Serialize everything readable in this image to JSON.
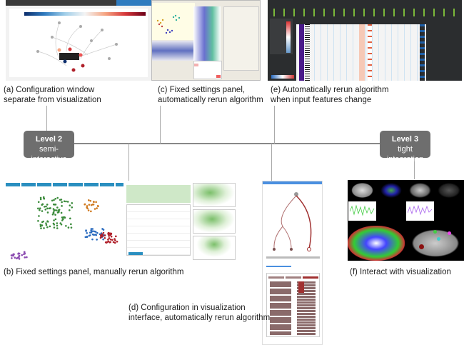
{
  "panels": {
    "a": {
      "caption_line1": "(a) Configuration window",
      "caption_line2": "separate from visualization"
    },
    "c": {
      "caption_line1": "(c) Fixed settings panel,",
      "caption_line2": "automatically rerun algorithm"
    },
    "e": {
      "caption_line1": "(e) Automatically rerun algorithm",
      "caption_line2": "when input features change"
    },
    "b": {
      "caption": "(b) Fixed settings panel, manually rerun algorithm"
    },
    "d": {
      "caption_line1": "(d) Configuration in visualization",
      "caption_line2": "interface, automatically rerun algorithm"
    },
    "f": {
      "caption": "(f) Interact with visualization"
    }
  },
  "levels": [
    {
      "title": "Level 2",
      "subtitle": "semi-interactive"
    },
    {
      "title": "Level 3",
      "subtitle": "tight integration"
    }
  ],
  "colors": {
    "level_box": "#6e6e6e",
    "timeline": "#888888",
    "accent_blue": "#2f7bbf",
    "accent_red": "#b0202a"
  }
}
